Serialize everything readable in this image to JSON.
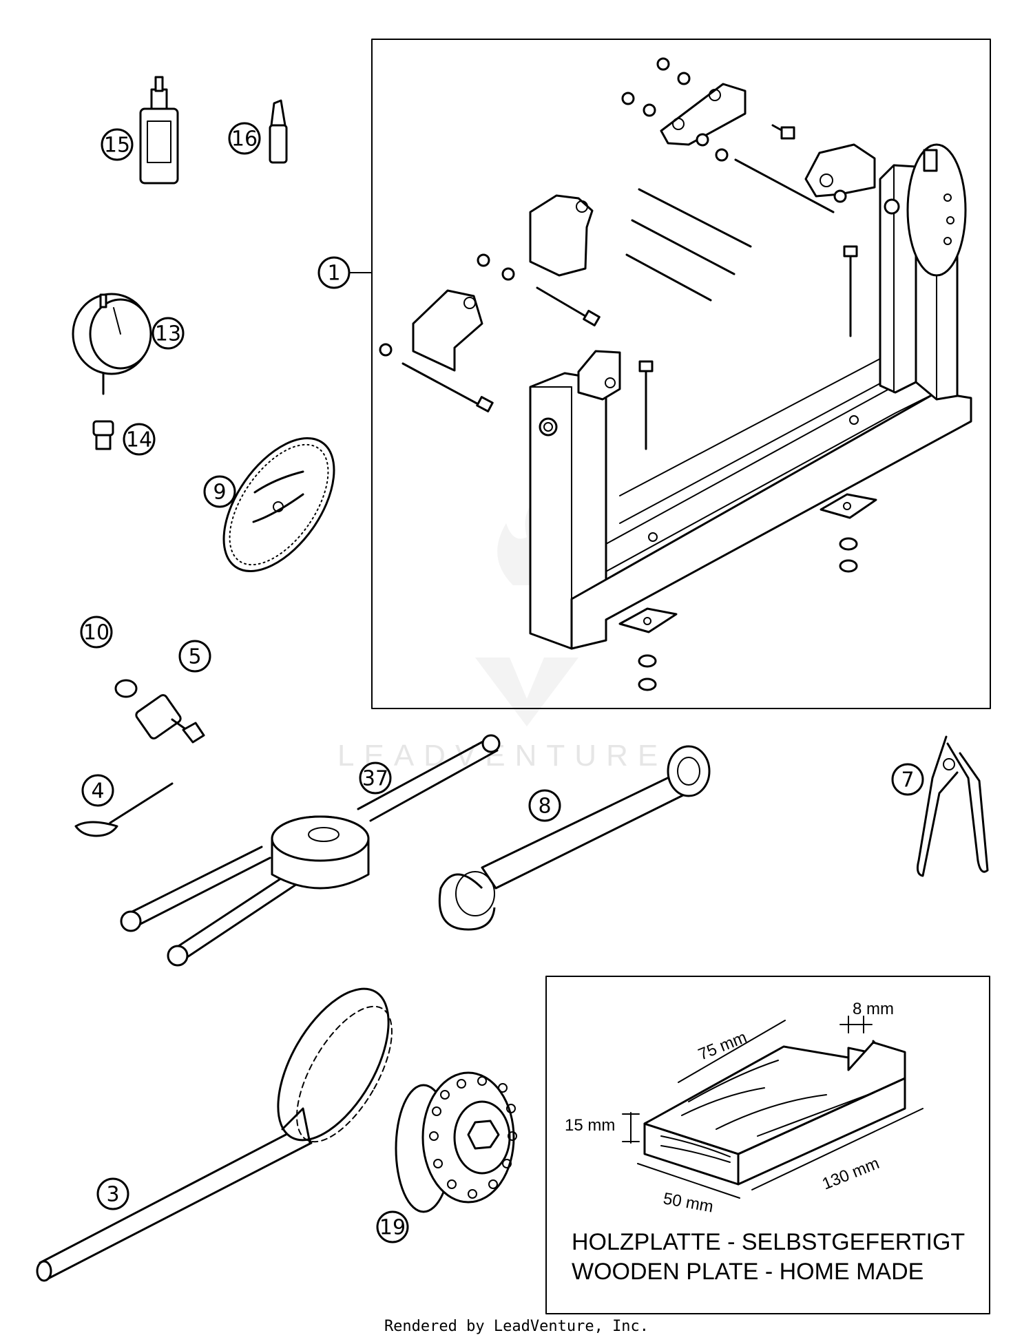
{
  "callouts": {
    "c1": "1",
    "c3": "3",
    "c4": "4",
    "c5": "5",
    "c7": "7",
    "c8": "8",
    "c9": "9",
    "c10": "10",
    "c13": "13",
    "c14": "14",
    "c15": "15",
    "c16": "16",
    "c19": "19",
    "c37": "37"
  },
  "inset": {
    "dim_8": "8 mm",
    "dim_75": "75 mm",
    "dim_15": "15 mm",
    "dim_130": "130 mm",
    "dim_50": "50 mm",
    "caption_de": "HOLZPLATTE - SELBSTGEFERTIGT",
    "caption_en": "WOODEN PLATE - HOME MADE"
  },
  "watermark": "LEADVENTURE",
  "footer": "Rendered by LeadVenture, Inc."
}
